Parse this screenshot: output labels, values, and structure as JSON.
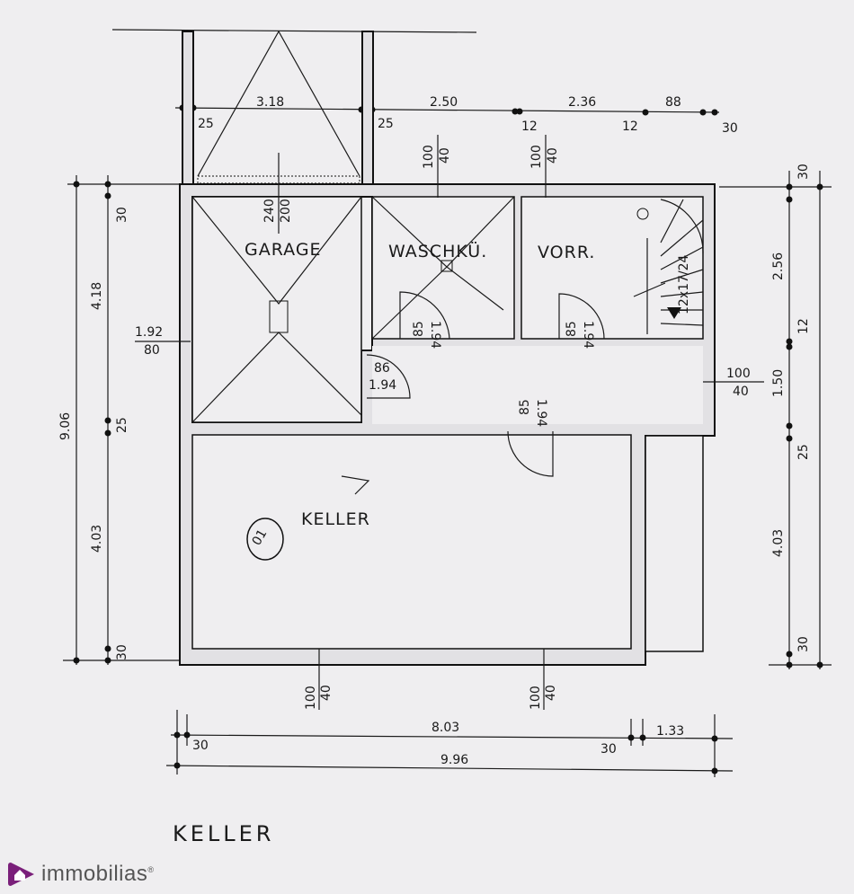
{
  "plan": {
    "title": "KELLER",
    "brand": "immobilias",
    "brand_mark": "®",
    "rooms": {
      "garage": "GARAGE",
      "waschkueche": "WASCHKÜ.",
      "vorrat": "VORR.",
      "keller": "KELLER",
      "keller_number": "01"
    },
    "stairs": "12x17/24",
    "top_dims": [
      "3.18",
      "25",
      "25",
      "2.50",
      "12",
      "2.36",
      "12",
      "88",
      "30"
    ],
    "left_dims": [
      "30",
      "4.18",
      "9.06",
      "25",
      "4.03",
      "30"
    ],
    "right_dims": [
      "30",
      "2.56",
      "12",
      "1.50",
      "25",
      "4.03",
      "30"
    ],
    "bottom_dims": [
      "8.03",
      "30",
      "30",
      "1.33",
      "9.96"
    ],
    "openings": {
      "window": [
        "100",
        "40"
      ],
      "garage_door": [
        "240",
        "200"
      ],
      "garage_window": [
        "1.92",
        "80"
      ],
      "door85": [
        "85",
        "1.94"
      ],
      "door86": [
        "86",
        "1.94"
      ]
    }
  }
}
